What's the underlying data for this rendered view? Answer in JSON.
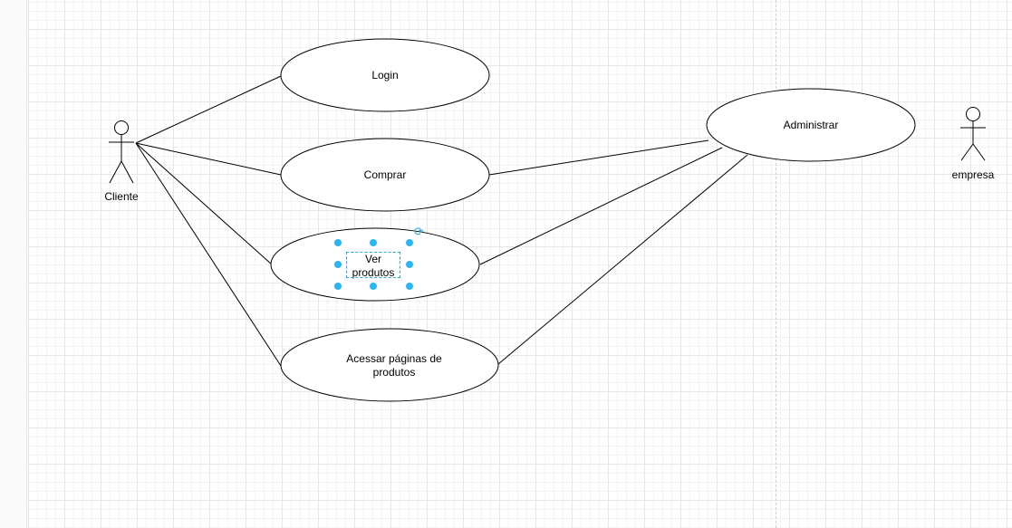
{
  "actors": {
    "cliente": {
      "label": "Cliente"
    },
    "empresa": {
      "label": "empresa"
    }
  },
  "use_cases": {
    "login": {
      "label": "Login"
    },
    "comprar": {
      "label": "Comprar"
    },
    "ver_produtos": {
      "label": "Ver produtos"
    },
    "acessar_paginas": {
      "label": "Acessar páginas de produtos"
    },
    "administrar": {
      "label": "Administrar"
    }
  },
  "selection": {
    "selected_use_case": "ver_produtos",
    "rotate_icon": "rotate-icon"
  },
  "colors": {
    "stroke": "#000000",
    "selection": "#29b6f2",
    "grid": "#e6e6e6"
  }
}
